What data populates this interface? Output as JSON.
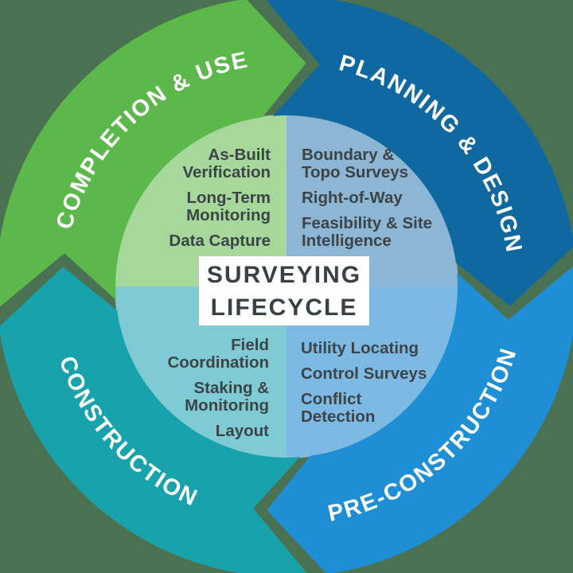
{
  "diagram_title": "SURVEYING LIFECYCLE",
  "background_color": "#4A7151",
  "label_text_color": "#FFFFFF",
  "item_text_color": "#3D4448",
  "center": {
    "line1": "SURVEYING",
    "line2": "LIFECYCLE",
    "bg_color": "#FFFFFF",
    "text_color": "#3A4145"
  },
  "ring": {
    "segments": [
      {
        "id": "completion-use",
        "label": "COMPLETION & USE",
        "color": "#5CB84A"
      },
      {
        "id": "planning-design",
        "label": "PLANNING & DESIGN",
        "color": "#0F68A0"
      },
      {
        "id": "pre-construction",
        "label": "PRE-CONSTRUCTION",
        "color": "#1E8FD4"
      },
      {
        "id": "construction",
        "label": "CONSTRUCTION",
        "color": "#18A2AB"
      }
    ]
  },
  "quadrants": [
    {
      "id": "completion-use",
      "color": "#A6D89B",
      "items": [
        [
          "As-Built",
          "Verification"
        ],
        [
          "Long-Term",
          "Monitoring"
        ],
        [
          "Data Capture"
        ]
      ]
    },
    {
      "id": "planning-design",
      "color": "#8CB6D4",
      "items": [
        [
          "Boundary &",
          "Topo Surveys"
        ],
        [
          "Right-of-Way"
        ],
        [
          "Feasibility & Site",
          "Intelligence"
        ]
      ]
    },
    {
      "id": "construction",
      "color": "#7FCBD4",
      "items": [
        [
          "Field",
          "Coordination"
        ],
        [
          "Staking &",
          "Monitoring"
        ],
        [
          "Layout"
        ]
      ]
    },
    {
      "id": "pre-construction",
      "color": "#7CB9E3",
      "items": [
        [
          "Utility Locating"
        ],
        [
          "Control Surveys"
        ],
        [
          "Conflict",
          "Detection"
        ]
      ]
    }
  ]
}
